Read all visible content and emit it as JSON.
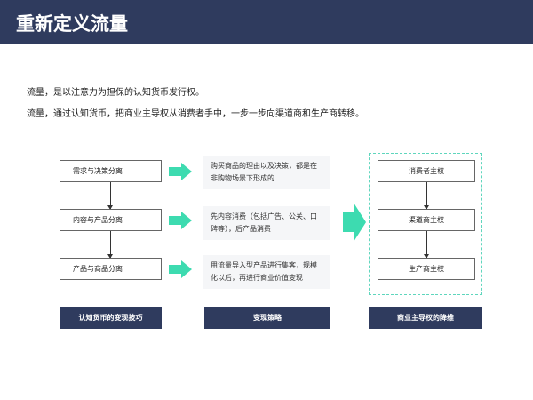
{
  "header": {
    "title": "重新定义流量"
  },
  "intro": [
    "流量，是以注意力为担保的认知货币发行权。",
    "流量，通过认知货币，把商业主导权从消费者手中，一步一步向渠道商和生产商转移。"
  ],
  "left_steps": [
    "需求与决策分离",
    "内容与产品分离",
    "产品与商品分离"
  ],
  "descriptions": [
    "购买商品的理由以及决策，都是在非购物场景下形成的",
    "先内容消费（包括广告、公关、口碑等），后产品消费",
    "用流量导入型产品进行集客，规模化以后，再进行商业价值变现"
  ],
  "right_steps": [
    "消费者主权",
    "渠道商主权",
    "生产商主权"
  ],
  "footers": [
    "认知货币的变现技巧",
    "变现策略",
    "商业主导权的降维"
  ],
  "colors": {
    "navy": "#2f3b5e",
    "green": "#3ddbb0"
  }
}
